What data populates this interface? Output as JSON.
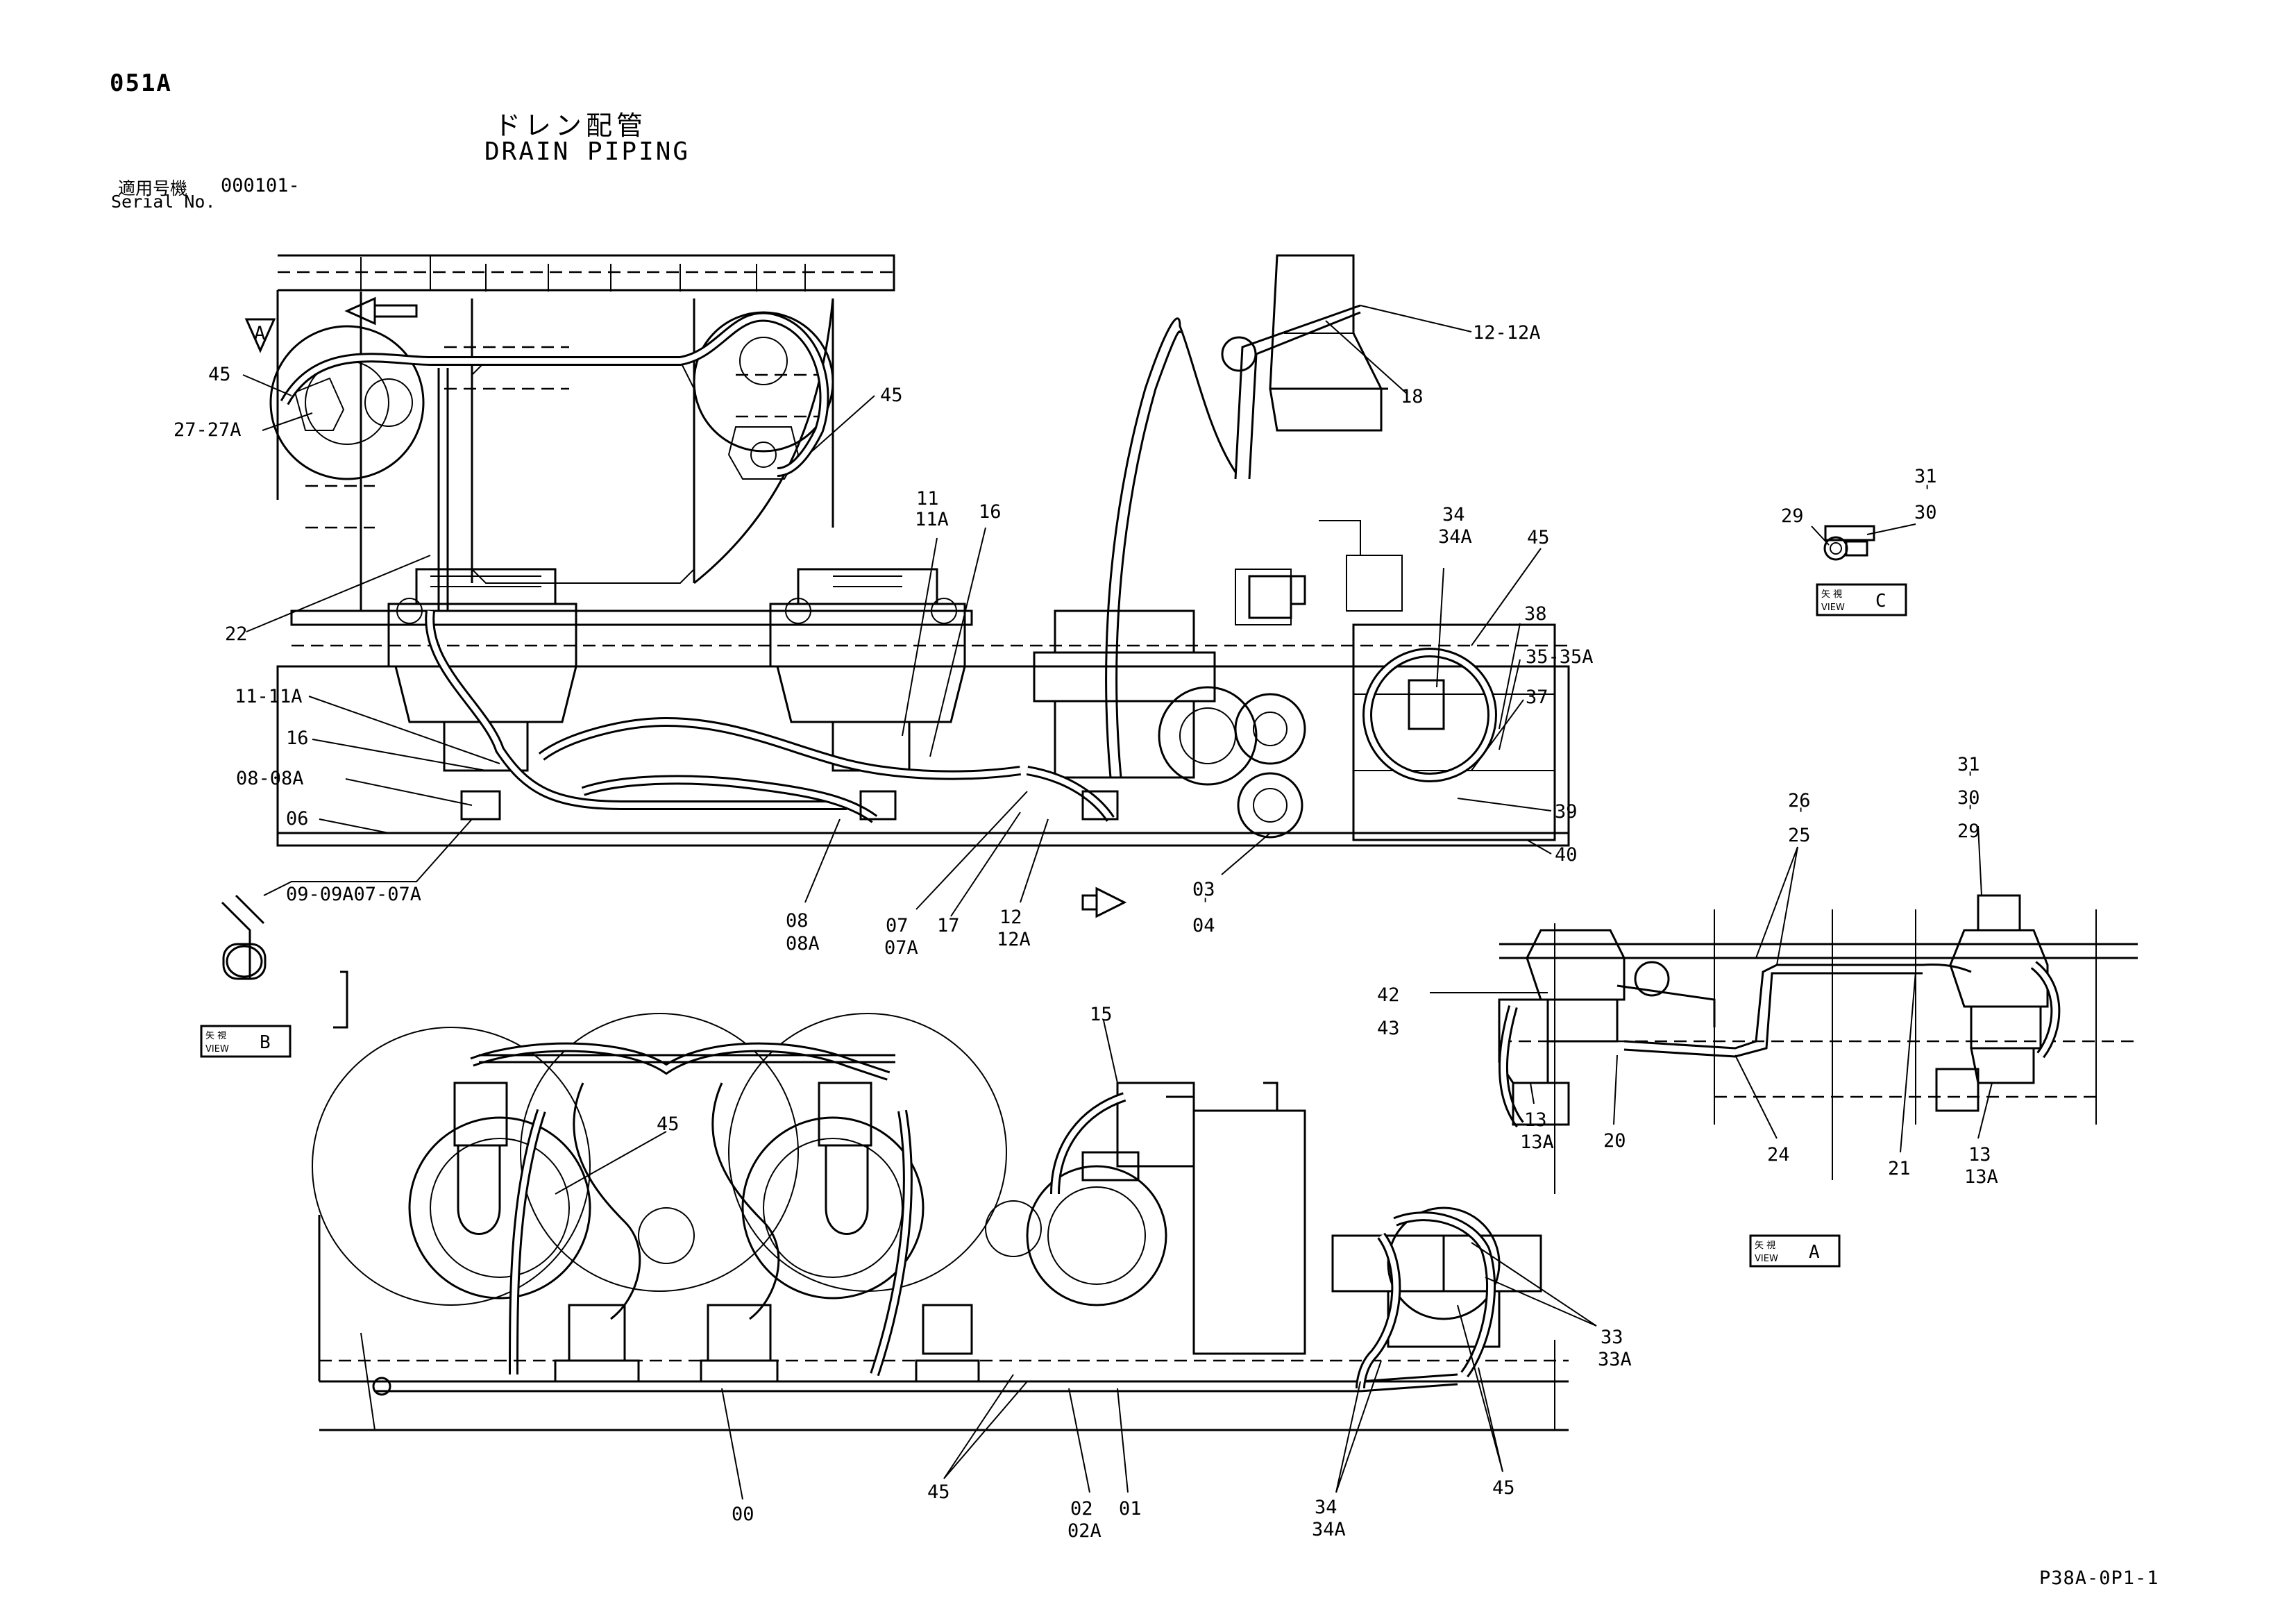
{
  "page_number": "051A",
  "title_jp": "ドレン配管",
  "title_en": "DRAIN PIPING",
  "serial_label_jp": "適用号機",
  "serial_value": "000101-",
  "serial_label_en": "Serial No.",
  "doc_code": "P38A-0P1-1",
  "view_tag": {
    "kanji": "矢 視",
    "sub": "VIEW"
  },
  "views": [
    {
      "letter": "A",
      "caption": "A"
    },
    {
      "letter": "B",
      "caption": "B"
    },
    {
      "letter": "C",
      "caption": "C"
    }
  ],
  "arrow_letter": "A",
  "callouts": [
    {
      "id": "45"
    },
    {
      "id": "27-27A"
    },
    {
      "id": "45"
    },
    {
      "id": "12-12A"
    },
    {
      "id": "18"
    },
    {
      "id": "22"
    },
    {
      "id": "11"
    },
    {
      "id": "11A"
    },
    {
      "id": "16"
    },
    {
      "id": "11-11A"
    },
    {
      "id": "16"
    },
    {
      "id": "08-08A"
    },
    {
      "id": "06"
    },
    {
      "id": "09-09A07-07A"
    },
    {
      "id": "08"
    },
    {
      "id": "08A"
    },
    {
      "id": "07"
    },
    {
      "id": "07A"
    },
    {
      "id": "17"
    },
    {
      "id": "12"
    },
    {
      "id": "12A"
    },
    {
      "id": "03"
    },
    {
      "id": "04"
    },
    {
      "id": "34"
    },
    {
      "id": "34A"
    },
    {
      "id": "45"
    },
    {
      "id": "38"
    },
    {
      "id": "35-35A"
    },
    {
      "id": "37"
    },
    {
      "id": "39"
    },
    {
      "id": "40"
    },
    {
      "id": "31"
    },
    {
      "id": "30"
    },
    {
      "id": "29"
    },
    {
      "id": "26"
    },
    {
      "id": "25"
    },
    {
      "id": "31"
    },
    {
      "id": "30"
    },
    {
      "id": "29"
    },
    {
      "id": "42"
    },
    {
      "id": "43"
    },
    {
      "id": "13"
    },
    {
      "id": "13A"
    },
    {
      "id": "20"
    },
    {
      "id": "24"
    },
    {
      "id": "21"
    },
    {
      "id": "13"
    },
    {
      "id": "13A"
    },
    {
      "id": "15"
    },
    {
      "id": "45"
    },
    {
      "id": "33"
    },
    {
      "id": "33A"
    },
    {
      "id": "45"
    },
    {
      "id": "00"
    },
    {
      "id": "02"
    },
    {
      "id": "02A"
    },
    {
      "id": "01"
    },
    {
      "id": "34"
    },
    {
      "id": "34A"
    },
    {
      "id": "45"
    }
  ]
}
